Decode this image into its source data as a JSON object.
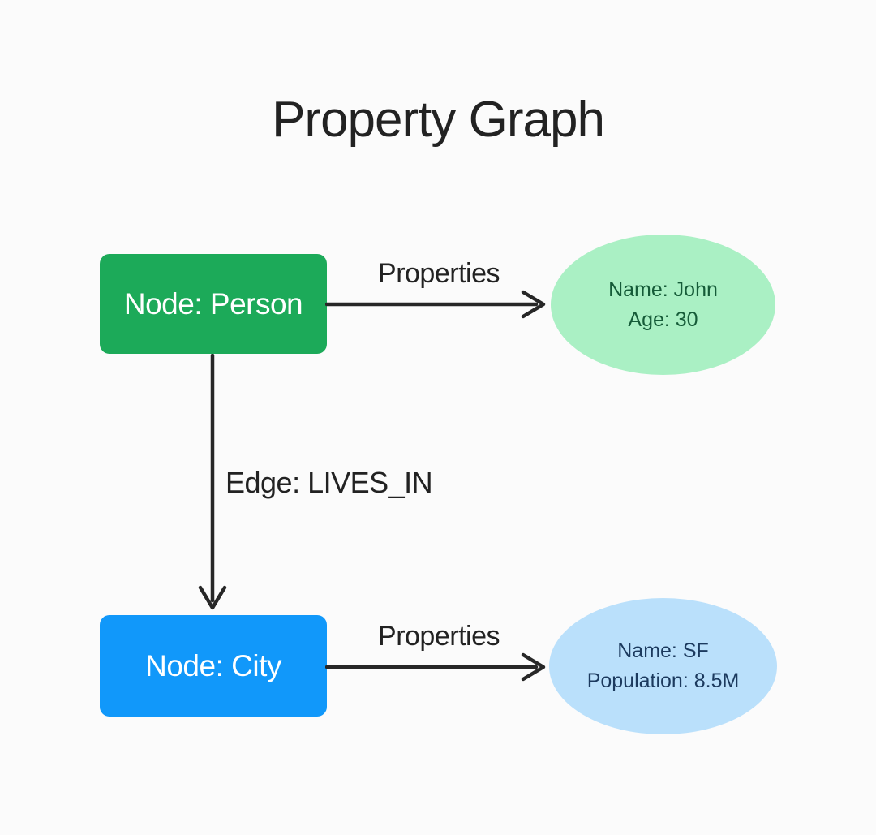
{
  "title": "Property Graph",
  "colors": {
    "background": "#fbfbfb",
    "text": "#222222",
    "arrow": "#272727",
    "person_node_bg": "#1caa59",
    "person_node_text": "#ffffff",
    "city_node_bg": "#1198fa",
    "city_node_text": "#ffffff",
    "person_props_bg": "#aaf0c4",
    "person_props_text": "#155b38",
    "city_props_bg": "#bae0fb",
    "city_props_text": "#1c3a5e"
  },
  "nodes": {
    "person": {
      "label": "Node: Person"
    },
    "city": {
      "label": "Node: City"
    }
  },
  "edges": {
    "lives_in": {
      "label": "Edge: LIVES_IN"
    },
    "person_properties": {
      "label": "Properties"
    },
    "city_properties": {
      "label": "Properties"
    }
  },
  "properties": {
    "person": {
      "lines": [
        "Name: John",
        "Age: 30"
      ]
    },
    "city": {
      "lines": [
        "Name: SF",
        "Population: 8.5M"
      ]
    }
  }
}
